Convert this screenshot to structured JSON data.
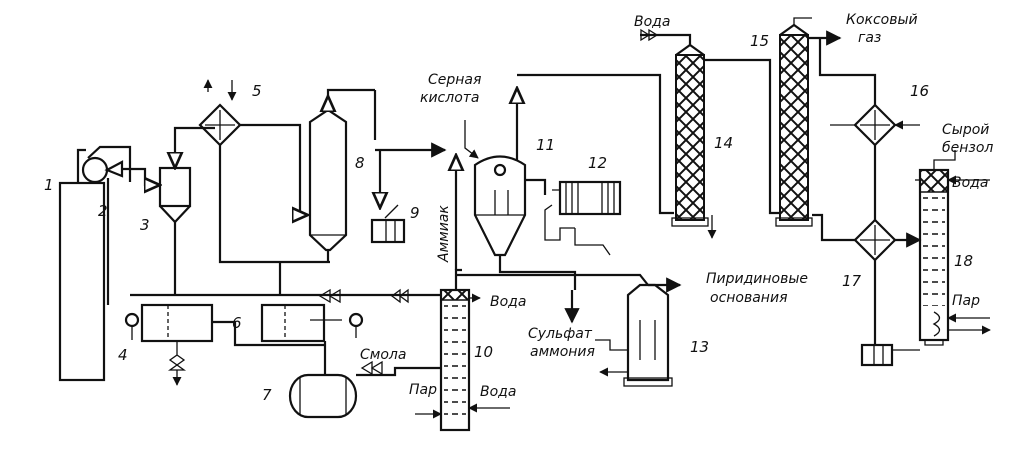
{
  "numbers": {
    "n1": "1",
    "n2": "2",
    "n3": "3",
    "n4": "4",
    "n5": "5",
    "n6": "6",
    "n7": "7",
    "n8": "8",
    "n9": "9",
    "n10": "10",
    "n11": "11",
    "n12": "12",
    "n13": "13",
    "n14": "14",
    "n15": "15",
    "n16": "16",
    "n17": "17",
    "n18": "18"
  },
  "labels": {
    "water_top": "Вода",
    "coke_gas_1": "Коксовый",
    "coke_gas_2": "газ",
    "sulfuric_1": "Серная",
    "sulfuric_2": "кислота",
    "ammonia": "Аммиак",
    "crude_benzene_1": "Сырой",
    "crude_benzene_2": "бензол",
    "water_18": "Вода",
    "pyridine_1": "Пиридиновые",
    "pyridine_2": "основания",
    "water_10": "Вода",
    "tar": "Смола",
    "sulfate_1": "Сульфат",
    "sulfate_2": "аммония",
    "steam_18": "Пар",
    "steam_10": "Пар",
    "water_10b": "Вода"
  }
}
